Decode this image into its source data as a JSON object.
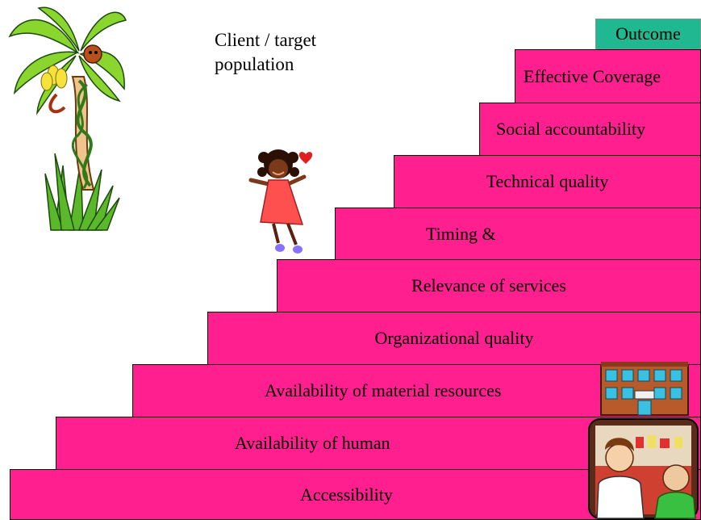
{
  "client_label": "Client / target population",
  "outcome_label": "Outcome",
  "steps": [
    "Effective Coverage",
    "Social accountability",
    "Technical quality",
    "Timing &",
    "Relevance of services",
    "Organizational quality",
    "Availability of material resources",
    "Availability of human",
    "Accessibility"
  ],
  "colors": {
    "step_fill": "#ff1f8f",
    "outcome_fill": "#20b890"
  },
  "icons": [
    "palm-tree-monkey-icon",
    "girl-figure-icon",
    "hospital-building-icon",
    "pharmacy-people-icon"
  ]
}
